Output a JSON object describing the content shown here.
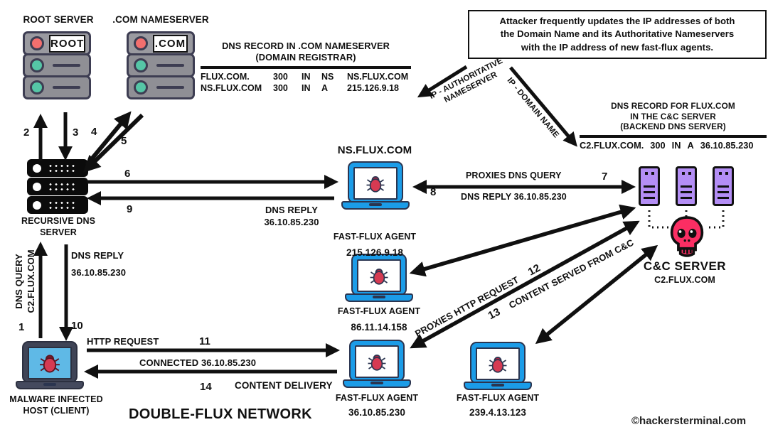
{
  "title": "DOUBLE-FLUX NETWORK",
  "watermark": "©hackersterminal.com",
  "colors": {
    "ink": "#101010",
    "lap-blue": "#1b9ce8",
    "navy": "#2b3550",
    "bug-red": "#d63a52",
    "bug-head": "#b22443",
    "rack-gray": "#8f8f95",
    "rack-border": "#3d3d52",
    "led-red": "#f26f6e",
    "led-teal": "#55c6a6",
    "tower-purple": "#b48ef5",
    "skull-pink": "#fb2e63",
    "host-frame": "#3f4456",
    "host-screen": "#5fb9e6"
  },
  "attacker_note": {
    "line1": "Attacker frequently updates the IP addresses of both",
    "line2": "the Domain Name and its Authoritative Nameservers",
    "line3": "with the IP address of new fast-flux agents."
  },
  "nodes": {
    "root_server": {
      "label": "ROOT SERVER",
      "badge": "ROOT"
    },
    "com_nameserver": {
      "label": ".COM NAMESERVER",
      "badge": ".COM"
    },
    "recursive_dns": {
      "label1": "RECURSIVE DNS",
      "label2": "SERVER"
    },
    "ns_flux": {
      "title": "NS.FLUX.COM",
      "label": "FAST-FLUX AGENT",
      "ip": "215.126.9.18"
    },
    "agent2": {
      "label": "FAST-FLUX AGENT",
      "ip": "86.11.14.158"
    },
    "agent3": {
      "label": "FAST-FLUX AGENT",
      "ip": "36.10.85.230"
    },
    "agent4": {
      "label": "FAST-FLUX AGENT",
      "ip": "239.4.13.123"
    },
    "cc_server": {
      "label": "C&C SERVER",
      "domain": "C2.FLUX.COM"
    },
    "malware_host": {
      "label1": "MALWARE INFECTED",
      "label2": "HOST (CLIENT)"
    }
  },
  "records": {
    "com_record": {
      "title1": "DNS RECORD IN .COM NAMESERVER",
      "title2": "(DOMAIN REGISTRAR)",
      "rows": [
        [
          "FLUX.COM.",
          "300",
          "IN",
          "NS",
          "NS.FLUX.COM"
        ],
        [
          "NS.FLUX.COM",
          "300",
          "IN",
          "A",
          "215.126.9.18"
        ]
      ]
    },
    "cc_record": {
      "title1": "DNS RECORD FOR FLUX.COM",
      "title2": "IN THE C&C SERVER",
      "title3": "(BACKEND DNS SERVER)",
      "row": [
        "C2.FLUX.COM.",
        "300",
        "IN",
        "A",
        "36.10.85.230"
      ]
    }
  },
  "edge_labels": {
    "ip_auth_line1": "IP - AUTHORITATIVE",
    "ip_auth_line2": "NAMESERVER",
    "ip_domain": "IP - DOMAIN NAME",
    "proxies_dns_query": "PROXIES DNS QUERY",
    "dns_reply_8": "DNS REPLY 36.10.85.230",
    "dns_reply_9a": "DNS REPLY",
    "dns_reply_9b": "36.10.85.230",
    "dns_query_vert1": "DNS QUERY",
    "dns_query_vert2": "C2.FLUX.COM",
    "dns_reply_10a": "DNS REPLY",
    "dns_reply_10b": "36.10.85.230",
    "http_request": "HTTP REQUEST",
    "connected": "CONNECTED  36.10.85.230",
    "content_delivery": "CONTENT DELIVERY",
    "proxies_http_request": "PROXIES HTTP REQUEST",
    "content_served": "CONTENT SERVED FROM C&C"
  },
  "steps": {
    "1": "1",
    "2": "2",
    "3": "3",
    "4": "4",
    "5": "5",
    "6": "6",
    "7": "7",
    "8": "8",
    "9": "9",
    "10": "10",
    "11": "11",
    "12": "12",
    "13": "13",
    "14": "14"
  }
}
